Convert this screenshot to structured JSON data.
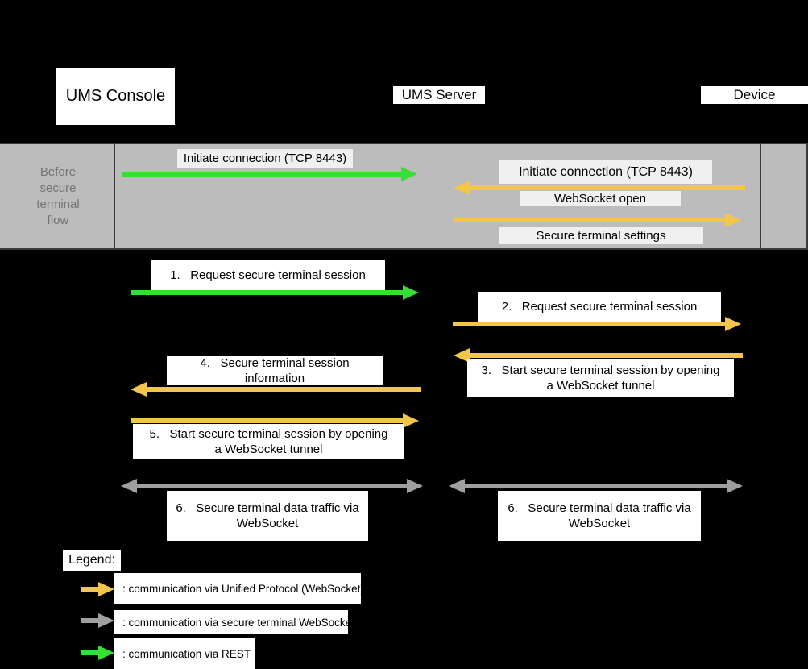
{
  "colors": {
    "background": "#000000",
    "band_bg": "#bcbcbc",
    "band_text": "#737373",
    "rest_green": "#35df35",
    "unified_yellow": "#f2c64b",
    "websocket_gray": "#9f9f9f"
  },
  "actors": {
    "console": "UMS Console",
    "server": "UMS Server",
    "device": "Device"
  },
  "band": {
    "title": "Before\nsecure\nterminal\nflow",
    "msg_initiate_console": "Initiate connection (TCP 8443)",
    "msg_initiate_device": "Initiate connection (TCP 8443)",
    "msg_websocket_open": "WebSocket open",
    "msg_secure_settings": "Secure terminal settings"
  },
  "steps": {
    "s1": "1.   Request secure terminal session",
    "s2": "2.   Request secure terminal session",
    "s3": "3.   Start secure terminal session by opening\na WebSocket tunnel",
    "s4": "4.   Secure terminal session\ninformation",
    "s5": "5.   Start secure terminal session by opening\na WebSocket tunnel",
    "s6_left": "6.   Secure terminal data traffic via\nWebSocket",
    "s6_right": "6.   Secure terminal data traffic via\nWebSocket"
  },
  "legend": {
    "title": "Legend:",
    "unified": ": communication via Unified Protocol (WebSocket)",
    "secure_ws": ": communication via secure terminal WebSocket",
    "rest": ": communication via REST"
  }
}
